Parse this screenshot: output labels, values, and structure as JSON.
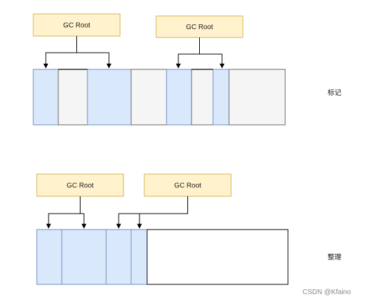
{
  "top": {
    "roots": [
      {
        "label": "GC Root"
      },
      {
        "label": "GC Root"
      }
    ],
    "side_label": "标记"
  },
  "bottom": {
    "roots": [
      {
        "label": "GC Root"
      },
      {
        "label": "GC Root"
      }
    ],
    "side_label": "整理"
  },
  "watermark": "CSDN @Kfaino",
  "colors": {
    "root_fill": "#fff2cc",
    "root_stroke": "#d6b656",
    "live_fill": "#dae8fc",
    "live_stroke": "#6c8ebf",
    "dead_fill": "#f5f5f5",
    "dead_stroke": "#666666",
    "free_fill": "#ffffff",
    "arrow": "#000000"
  }
}
